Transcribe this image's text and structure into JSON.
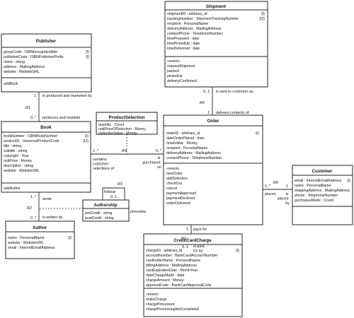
{
  "classes": {
    "shipment": {
      "name": "Shipment",
      "attrs": [
        "shipmentID : arbitrary_id",
        "trackingNumber : ShipmentTrackingNumber",
        "recipient : PersonalName",
        "deliveryAddress : MailingAddress",
        "contactPhone : TelephoneNumber",
        "timePrepared : date",
        "timePickedUp : date",
        "timeDelivered : date"
      ],
      "tags": [
        "{I}",
        "{I2}"
      ],
      "stereotype": "«event»",
      "events": [
        "requestShipment",
        "packed",
        "pickedUp",
        "deliveryConfirmed"
      ]
    },
    "publisher": {
      "name": "Publisher",
      "attrs": [
        "groupCode : ISBNGroupIdentifier",
        "publisherCode : ISBNPublisherPrefix",
        "name : string",
        "address : MailingAddress",
        "website : WebsiteURL"
      ],
      "tags": [
        "{I}",
        "{I}"
      ],
      "ops": [
        "addBook"
      ]
    },
    "productselection": {
      "name": "ProductSelection",
      "attrs": [
        "quantity : Count",
        "unitPriceOfSelection : Money",
        "/selectionValue : Money"
      ]
    },
    "book": {
      "name": "Book",
      "attrs": [
        "bookNumber : ISBNBookNumber",
        "productID : UniversalProductCode",
        "title : string",
        "subtitle : string",
        "copyright : Year",
        "unitPrice : Money",
        "description : string",
        "website : WebsiteURL"
      ],
      "tags": [
        "{I}",
        "{I2}"
      ],
      "ops": [
        "addAuthor"
      ]
    },
    "order": {
      "name": "Order",
      "attrs": [
        "orderID : arbitrary_id",
        "dateOrderPlaced : date",
        "/totalValue : Money",
        "recipient : PersonalName",
        "deliveryAddress : MailingAddress",
        "contactPhone : TelephoneNumber"
      ],
      "tags": [
        "{I}"
      ],
      "stereotype": "«event»",
      "events": [
        "newOrder",
        "addSelection",
        "checkOut",
        "cancel",
        "paymentApproved",
        "paymentDeclined",
        "orderDelivered"
      ]
    },
    "customer": {
      "name": "Customer",
      "attrs": [
        "email : InternetEmailAddress",
        "name : PersonalName",
        "shippingAddress : MailingAddress",
        "phone : TelephoneNumber",
        "purchasesMade : Count"
      ],
      "tags": [
        "{I}"
      ]
    },
    "authorship": {
      "name": "Authorship",
      "attrs": [
        "preCredit : string",
        "postCredit : string"
      ]
    },
    "author": {
      "name": "Author",
      "attrs": [
        "name : PersonalName",
        "website : WebsiteURL",
        "email : InternetEmailAddress"
      ],
      "tags": [
        "{I}"
      ]
    },
    "creditcardcharge": {
      "name": "CreditCardCharge",
      "attrs": [
        "chargeID : arbitrary_id",
        "accountNumber : BankCardAccountNumber",
        "cardholderName : PersonalName",
        "billingAddress : MailingAddress",
        "cardExpirationDate : MonthYear",
        "dateChargeMade : date",
        "chargeAmount : Money",
        "approvalCode : BankCardApprovalCode"
      ],
      "tags": [
        "{I}"
      ],
      "stereotype": "«event»",
      "events": [
        "makeCharge",
        "chargeProcessed",
        "chargeProcessingNotCompleted"
      ]
    }
  },
  "relationships": {
    "r1": {
      "name": "R1",
      "top_mult": "1",
      "top_label": "is produced and marketed by",
      "bottom_mult": "0..*",
      "bottom_label": "produces and markets"
    },
    "r2": {
      "name": "R2",
      "top_mult": "1..*",
      "top_label": "wrote",
      "bottom_mult": "0..*",
      "bottom_label": "is written by"
    },
    "r3": {
      "name": "R3",
      "mult": "0..1",
      "top_label": "follows",
      "bottom_label": "precedes"
    },
    "r4": {
      "name": "R4",
      "left_mult": "1..*",
      "left_label": "contains customer selections of",
      "right_mult": "0..*",
      "right_label": "is purchased on"
    },
    "r5": {
      "name": "R5",
      "left_mult": "1..*",
      "left_label": "places",
      "right_mult": "1",
      "right_label": "is placed by"
    },
    "r6": {
      "name": "R6",
      "top_mult": "0..1",
      "top_label": "is sent to customer as",
      "bottom_mult": "1",
      "bottom_label": "delivers contents of"
    },
    "r7": {
      "name": "R7",
      "top_mult": "1",
      "top_label": "pays for",
      "bottom_mult": "0..1",
      "bottom_label": "is paid for by"
    }
  }
}
